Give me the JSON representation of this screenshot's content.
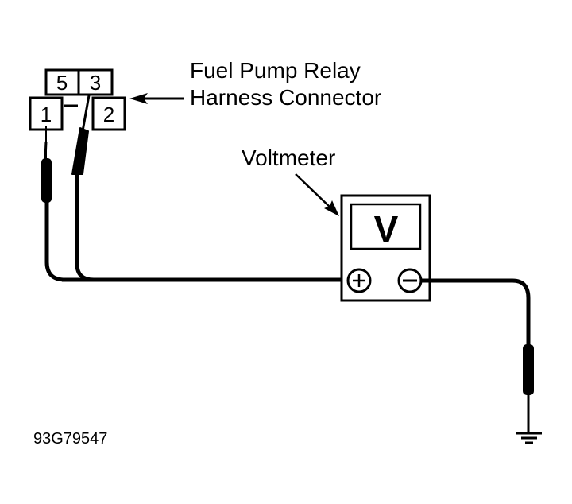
{
  "diagram": {
    "title_line1": "Fuel Pump Relay",
    "title_line2": "Harness Connector",
    "meter_label": "Voltmeter",
    "meter_display": "V",
    "figure_id": "93G79547",
    "connector_pins": {
      "pin_5": "5",
      "pin_3": "3",
      "pin_1": "1",
      "pin_2": "2"
    },
    "terminals": {
      "positive": "+",
      "negative": "-"
    },
    "ground_symbol": "ground-icon",
    "colors": {
      "line": "#000000",
      "background": "#ffffff"
    }
  }
}
